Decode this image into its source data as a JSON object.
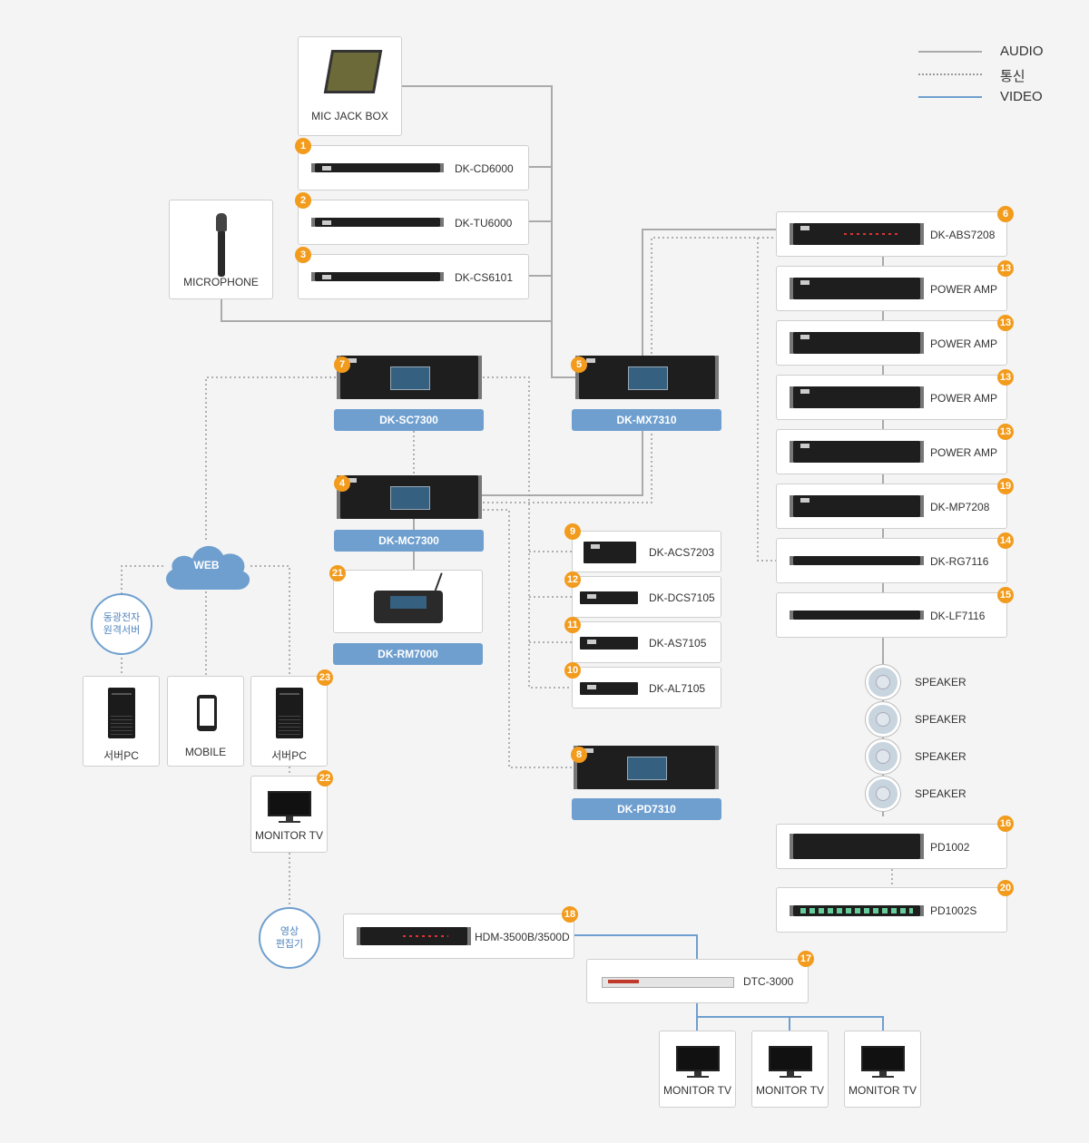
{
  "legend": {
    "audio": "AUDIO",
    "comm": "통신",
    "video": "VIDEO"
  },
  "colors": {
    "audio": "#aaaaaa",
    "comm": "#999999",
    "video": "#6f9fcf",
    "badge": "#f29b1d"
  },
  "sources": {
    "mic_jack_box": "MIC JACK BOX",
    "cd": {
      "label": "DK-CD6000",
      "badge": "1"
    },
    "tu": {
      "label": "DK-TU6000",
      "badge": "2"
    },
    "cs": {
      "label": "DK-CS6101",
      "badge": "3"
    },
    "microphone": "MICROPHONE"
  },
  "center": {
    "sc": {
      "label": "DK-SC7300",
      "badge": "7"
    },
    "mx": {
      "label": "DK-MX7310",
      "badge": "5"
    },
    "mc": {
      "label": "DK-MC7300",
      "badge": "4"
    },
    "rm": {
      "label": "DK-RM7000",
      "badge": "21"
    },
    "pd": {
      "label": "DK-PD7310",
      "badge": "8"
    }
  },
  "terminals": [
    {
      "label": "DK-ACS7203",
      "badge": "9"
    },
    {
      "label": "DK-DCS7105",
      "badge": "12"
    },
    {
      "label": "DK-AS7105",
      "badge": "11"
    },
    {
      "label": "DK-AL7105",
      "badge": "10"
    }
  ],
  "rack_right": [
    {
      "label": "DK-ABS7208",
      "badge": "6"
    },
    {
      "label": "POWER AMP",
      "badge": "13"
    },
    {
      "label": "POWER AMP",
      "badge": "13"
    },
    {
      "label": "POWER AMP",
      "badge": "13"
    },
    {
      "label": "POWER AMP",
      "badge": "13"
    },
    {
      "label": "DK-MP7208",
      "badge": "19"
    },
    {
      "label": "DK-RG7116",
      "badge": "14"
    },
    {
      "label": "DK-LF7116",
      "badge": "15"
    }
  ],
  "speakers": [
    "SPEAKER",
    "SPEAKER",
    "SPEAKER",
    "SPEAKER"
  ],
  "power": [
    {
      "label": "PD1002",
      "badge": "16"
    },
    {
      "label": "PD1002S",
      "badge": "20"
    }
  ],
  "network": {
    "web": "WEB",
    "server_remote": "동광전자\n원격서버",
    "server_pc_1": "서버PC",
    "mobile": "MOBILE",
    "server_pc_2": "서버PC",
    "server_pc_2_badge": "23",
    "monitor_tv": "MONITOR TV",
    "monitor_tv_badge": "22",
    "video_editor": "영상\n편집기"
  },
  "video": {
    "hdm": {
      "label": "HDM-3500B/3500D",
      "badge": "18"
    },
    "dtc": {
      "label": "DTC-3000",
      "badge": "17"
    },
    "monitors": [
      "MONITOR TV",
      "MONITOR TV",
      "MONITOR TV"
    ]
  }
}
